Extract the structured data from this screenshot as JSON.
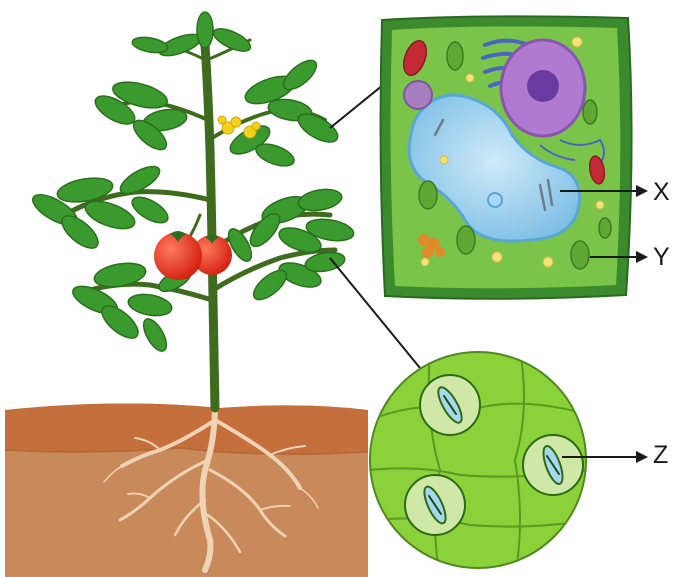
{
  "labels": {
    "x": "X",
    "y": "Y",
    "z": "Z"
  },
  "colors": {
    "soil_top": "#c97a45",
    "soil_body": "#c88a5a",
    "stem": "#3f6b1f",
    "leaf": "#3a9a2e",
    "leaf_dark": "#2b6f1e",
    "tomato": "#e2321f",
    "flower": "#f2d21e",
    "cell_wall": "#3c8a2e",
    "cytoplasm": "#7bc44a",
    "vacuole": "#9fd2ef",
    "nucleus": "#b07ad0",
    "nucleolus": "#6b3aa0",
    "mitochondria": "#c22a35",
    "chloroplast": "#5fa833",
    "golgi": "#4a66c0",
    "stomata_bg": "#8bd13a",
    "root": "#f0d2b4"
  }
}
